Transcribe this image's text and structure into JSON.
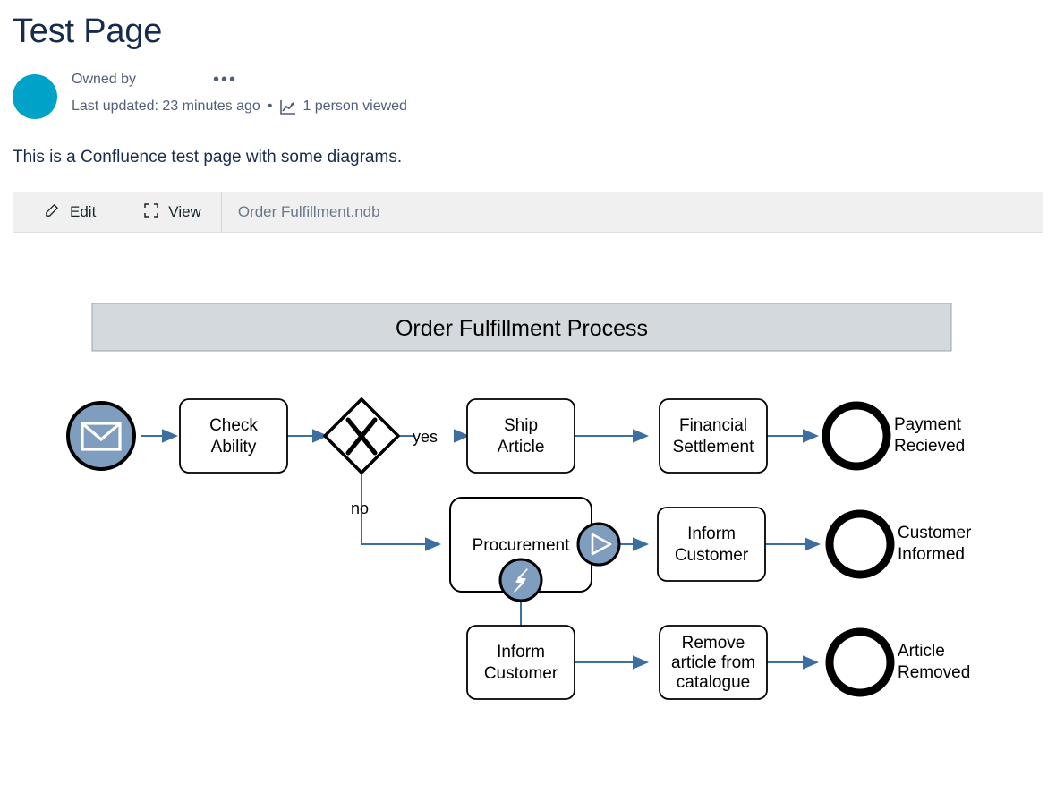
{
  "page": {
    "title": "Test Page",
    "intro": "This is a Confluence test page with some diagrams.",
    "byline": {
      "owned_by": "Owned by",
      "more_label": "•••",
      "last_updated": "Last updated: 23 minutes ago",
      "separator": "•",
      "views": "1 person viewed",
      "avatar_color": "#00a3c7",
      "views_icon": "chart-trend-icon"
    }
  },
  "macro": {
    "toolbar": {
      "edit_label": "Edit",
      "edit_icon": "pencil-edit-icon",
      "view_label": "View",
      "view_icon": "fullscreen-expand-icon",
      "filename": "Order Fulfillment.ndb"
    }
  },
  "diagram": {
    "title": "Order Fulfillment Process",
    "title_bar_fill": "#d4d9dd",
    "title_bar_stroke": "#9aa3ab",
    "title_color": "#6d6d6d",
    "flow_color": "#3c6e9f",
    "event_fill": "#7f9dbf",
    "shape_stroke": "#000000",
    "nodes": [
      {
        "id": "start",
        "type": "start-event-message",
        "label": "",
        "icon": "envelope-icon"
      },
      {
        "id": "check",
        "type": "task",
        "label": "Check\nAbility",
        "line1": "Check",
        "line2": "Ability"
      },
      {
        "id": "gateway",
        "type": "exclusive-gateway",
        "label": "X"
      },
      {
        "id": "ship",
        "type": "task",
        "label": "Ship\nArticle",
        "line1": "Ship",
        "line2": "Article"
      },
      {
        "id": "financial",
        "type": "task",
        "label": "Financial\nSettlement",
        "line1": "Financial",
        "line2": "Settlement"
      },
      {
        "id": "end1",
        "type": "end-event",
        "label": "Payment\nRecieved",
        "line1": "Payment",
        "line2": "Recieved"
      },
      {
        "id": "procurement",
        "type": "subprocess",
        "label": "Procurement"
      },
      {
        "id": "boundary_sig",
        "type": "boundary-signal",
        "label": "",
        "icon": "play-triangle-icon"
      },
      {
        "id": "boundary_err",
        "type": "boundary-error",
        "label": "",
        "icon": "lightning-bolt-icon"
      },
      {
        "id": "inform1",
        "type": "task",
        "label": "Inform\nCustomer",
        "line1": "Inform",
        "line2": "Customer"
      },
      {
        "id": "end2",
        "type": "end-event",
        "label": "Customer\nInformed",
        "line1": "Customer",
        "line2": "Informed"
      },
      {
        "id": "inform2",
        "type": "task",
        "label": "Inform\nCustomer",
        "line1": "Inform",
        "line2": "Customer"
      },
      {
        "id": "remove",
        "type": "task",
        "label": "Remove article from catalogue",
        "line1": "Remove",
        "line2": "article from",
        "line3": "catalogue"
      },
      {
        "id": "end3",
        "type": "end-event",
        "label": "Article\nRemoved",
        "line1": "Article",
        "line2": "Removed"
      }
    ],
    "edge_labels": {
      "yes": "yes",
      "no": "no"
    }
  }
}
